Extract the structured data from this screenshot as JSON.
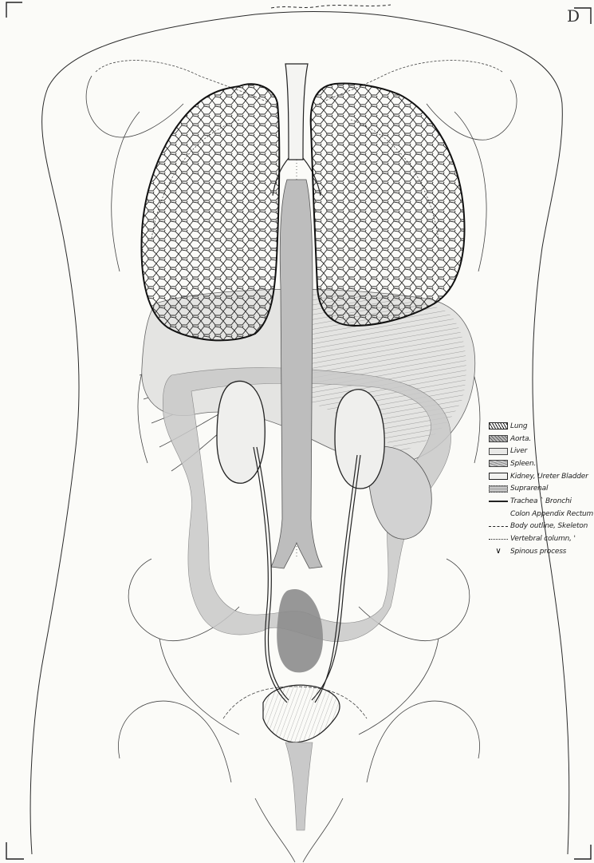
{
  "plate": {
    "corner_letter": "D"
  },
  "legend": {
    "items": [
      {
        "key": "lung",
        "label": "Lung",
        "swatch": "lung"
      },
      {
        "key": "aorta",
        "label": "Aorta.",
        "swatch": "aorta"
      },
      {
        "key": "liver",
        "label": "Liver",
        "swatch": "liver"
      },
      {
        "key": "spleen",
        "label": "Spleen.",
        "swatch": "spleen"
      },
      {
        "key": "kidney",
        "label": "Kidney, Ureter Bladder",
        "swatch": "kidney"
      },
      {
        "key": "suprarenal",
        "label": "Suprarenal",
        "swatch": "suprarenal"
      },
      {
        "key": "trachea",
        "label": "Trachea ` Bronchi",
        "swatch": "line-solid"
      },
      {
        "key": "colon",
        "label": "Colon Appendix Rectum",
        "swatch": "none"
      },
      {
        "key": "body_outline",
        "label": "Body outline, Skeleton",
        "swatch": "line-dash"
      },
      {
        "key": "vertebral",
        "label": "Vertebral column, '",
        "swatch": "line-dot"
      },
      {
        "key": "spinous",
        "label": "Spinous process",
        "swatch": "vee"
      }
    ]
  },
  "colors": {
    "paper": "#fbfbf8",
    "ink": "#2a2a2a",
    "colon_fill": "#c9c9c9",
    "liver_fill": "#e2e2e2",
    "aorta_fill": "#bdbdbd",
    "bladder_fill": "#8c8c8c"
  }
}
